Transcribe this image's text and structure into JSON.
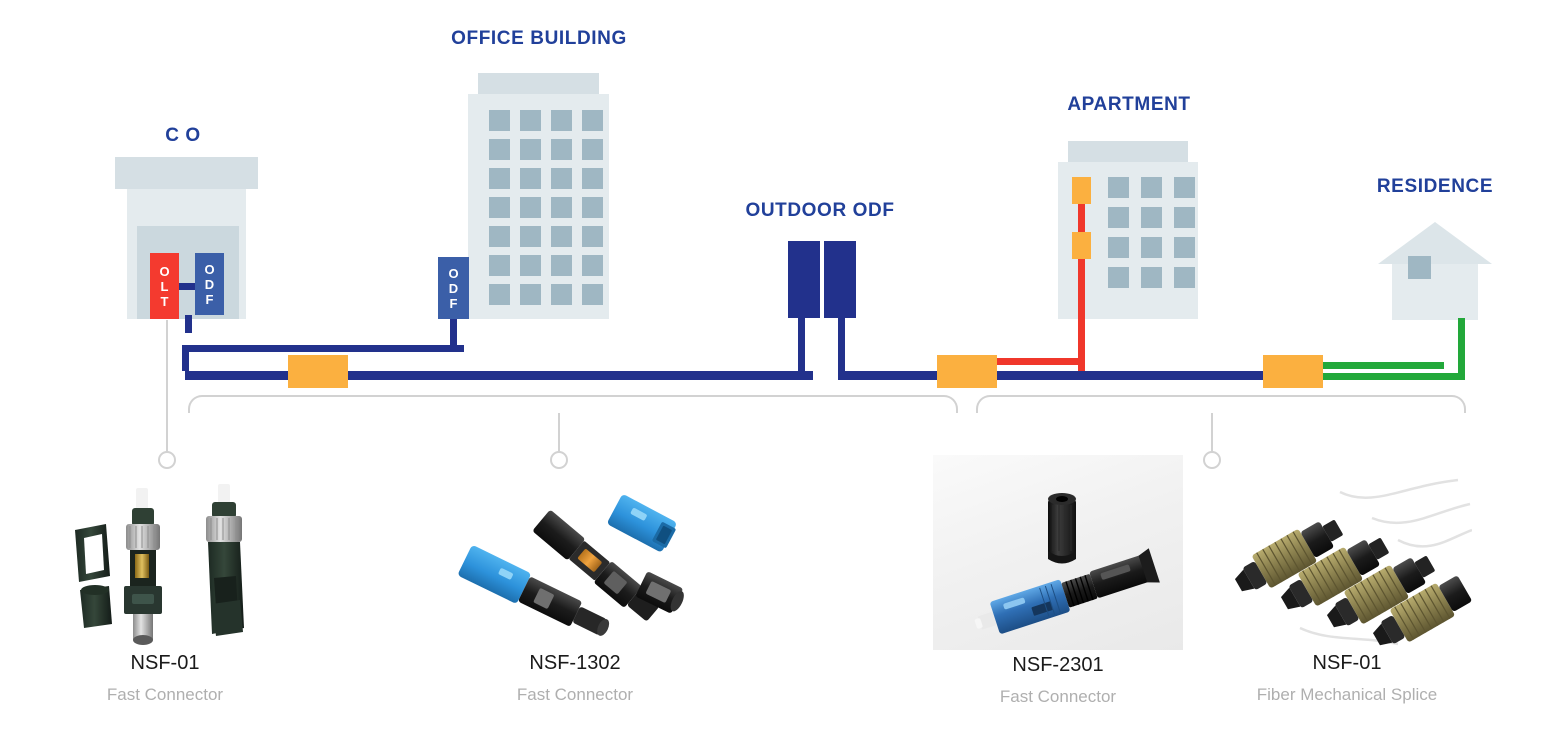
{
  "diagram": {
    "title_color": "#21409A",
    "sites": [
      {
        "id": "co",
        "label": "C O"
      },
      {
        "id": "office",
        "label": "OFFICE BUILDING"
      },
      {
        "id": "outdoor",
        "label": "OUTDOOR ODF"
      },
      {
        "id": "apartment",
        "label": "APARTMENT"
      },
      {
        "id": "residence",
        "label": "RESIDENCE"
      }
    ],
    "equipment": [
      {
        "id": "olt",
        "label": "OLT",
        "color": "#F43A2F"
      },
      {
        "id": "odf-co",
        "label": "ODF",
        "color": "#3B5FA8"
      },
      {
        "id": "odf-office",
        "label": "ODF",
        "color": "#3B5FA8"
      }
    ],
    "cable_colors": {
      "trunk": "#22318C",
      "drop_apartment": "#F0372B",
      "drop_residence": "#22A83A",
      "splice_box": "#FBB040",
      "bracket": "#D2D2D2"
    }
  },
  "products": [
    {
      "id": "nsf-01-fc",
      "name": "NSF-01",
      "description": "Fast Connector"
    },
    {
      "id": "nsf-1302",
      "name": "NSF-1302",
      "description": "Fast Connector"
    },
    {
      "id": "nsf-2301",
      "name": "NSF-2301",
      "description": "Fast Connector"
    },
    {
      "id": "nsf-01-splice",
      "name": "NSF-01",
      "description": "Fiber Mechanical Splice"
    }
  ]
}
